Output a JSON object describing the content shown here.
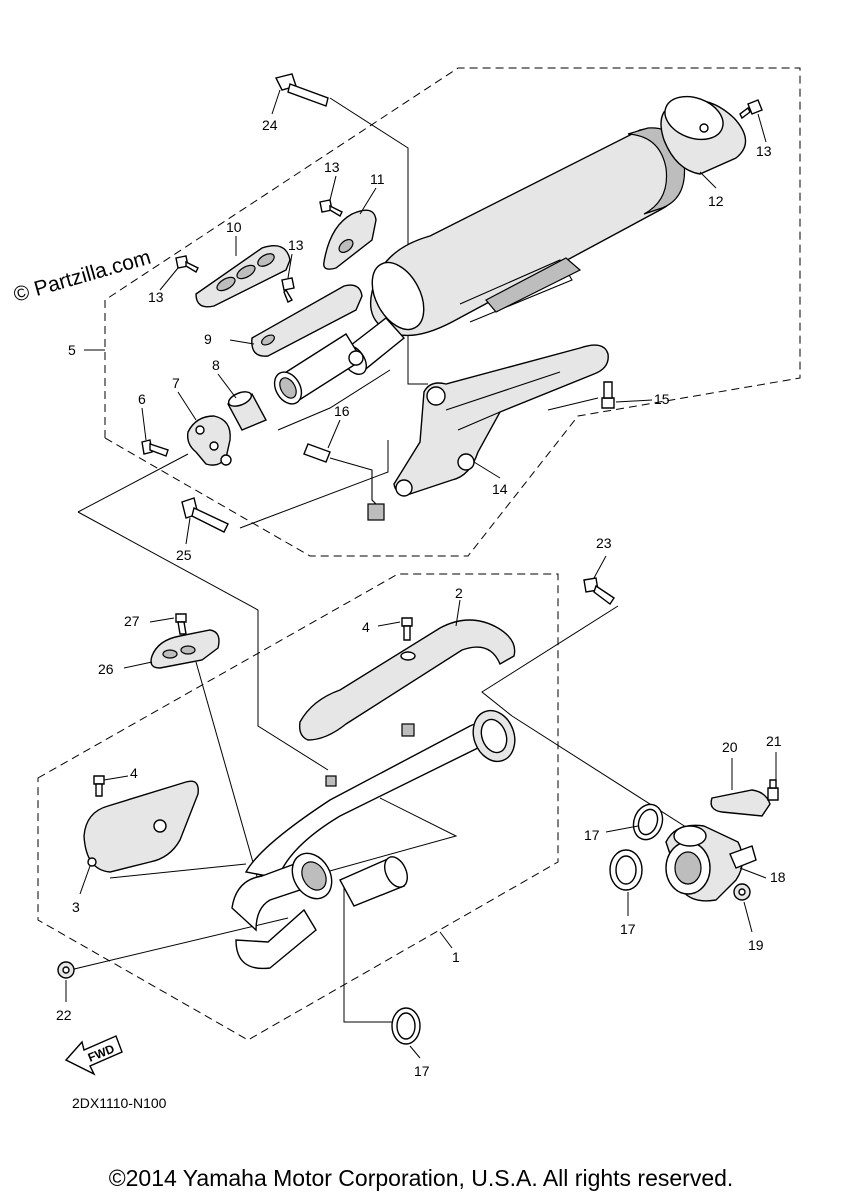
{
  "watermark": "© Partzilla.com",
  "diagram_code": "2DX1110-N100",
  "fwd_label": "FWD",
  "copyright": "©2014 Yamaha Motor Corporation, U.S.A. All rights reserved.",
  "callouts": {
    "c1": "1",
    "c2": "2",
    "c3": "3",
    "c4a": "4",
    "c4b": "4",
    "c5": "5",
    "c6": "6",
    "c7": "7",
    "c8": "8",
    "c9": "9",
    "c10": "10",
    "c11": "11",
    "c12": "12",
    "c13a": "13",
    "c13b": "13",
    "c13c": "13",
    "c13d": "13",
    "c14": "14",
    "c15": "15",
    "c16": "16",
    "c17a": "17",
    "c17b": "17",
    "c17c": "17",
    "c18": "18",
    "c19": "19",
    "c20": "20",
    "c21": "21",
    "c22": "22",
    "c23": "23",
    "c24": "24",
    "c25": "25",
    "c26": "26",
    "c27": "27"
  }
}
